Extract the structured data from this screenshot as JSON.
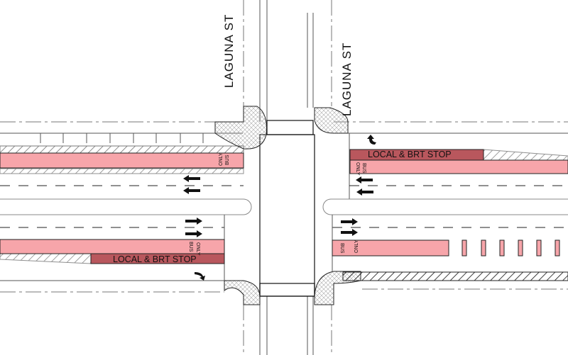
{
  "labels": {
    "street_left": "LAGUNA ST",
    "street_right": "LAGUNA ST",
    "stop_westbound": "LOCAL & BRT STOP",
    "stop_eastbound": "LOCAL & BRT STOP",
    "bus_only_bus": "BUS",
    "bus_only_only": "ONLY"
  },
  "colors": {
    "bus_lane": "#f7a5aa",
    "bus_stop": "#b9575d",
    "curb_ramp": "#e6e6e6"
  },
  "icons": [
    "arrow-left-icon",
    "arrow-right-icon",
    "turn-arrow-icon",
    "crosshatch-curb-ramp-icon"
  ]
}
